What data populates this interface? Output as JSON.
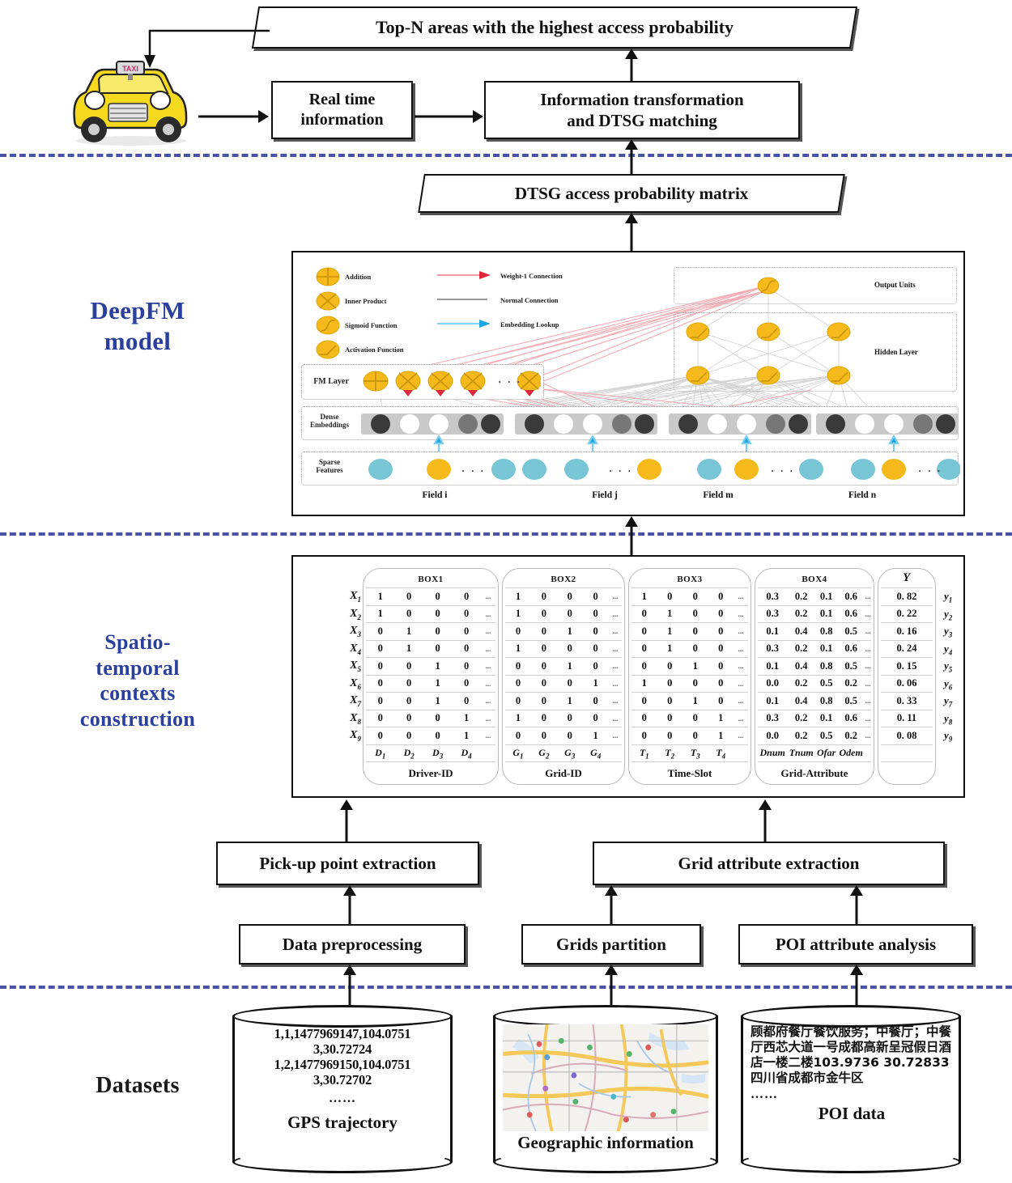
{
  "sections": [
    {
      "id": "deepfm",
      "label": "DeepFM\nmodel",
      "color": "#2b3f9e"
    },
    {
      "id": "stcontexts",
      "label": "Spatio-\ntemporal\ncontexts\nconstruction",
      "color": "#2b3f9e"
    },
    {
      "id": "datasets",
      "label": "Datasets",
      "color": "#1a1a1a"
    }
  ],
  "top_flow": {
    "result_banner": "Top-N  areas with  the highest access probability",
    "realtime_box": "Real time\ninformation",
    "transform_box": "Information   transformation\nand DTSG matching",
    "matrix_banner": "DTSG access probability   matrix",
    "taxi_label": "TAXI"
  },
  "deepfm": {
    "legend": [
      {
        "icon": "plus-circle-icon",
        "label": "Addition"
      },
      {
        "icon": "times-circle-icon",
        "label": "Inner Product"
      },
      {
        "icon": "sigmoid-circle-icon",
        "label": "Sigmoid Function"
      },
      {
        "icon": "activation-circle-icon",
        "label": "Activation Function"
      }
    ],
    "legend_lines": [
      {
        "icon": "weight1-connection-icon",
        "label": "Weight-1 Connection",
        "color": "#ef7a85"
      },
      {
        "icon": "normal-connection-icon",
        "label": "Normal Connection",
        "color": "#9a9a9a"
      },
      {
        "icon": "embedding-lookup-icon",
        "label": "Embedding Lookup",
        "color": "#47b6e8"
      }
    ],
    "row_labels": {
      "fm": "FM Layer",
      "dense": "Dense\nEmbeddings",
      "sparse": "Sparse\nFeatures"
    },
    "side_labels": {
      "output": "Output Units",
      "hidden": "Hidden Layer"
    },
    "fields": [
      "Field  i",
      "Field  j",
      "Field  m",
      "Field  n"
    ],
    "fm_nodes": [
      "Addition",
      "Inner Product",
      "Inner Product",
      "Inner Product",
      "Inner Product"
    ],
    "fm_ellipsis": "· · ·",
    "sparse_ellipsis": "· · ·",
    "hidden_layer_count": 2,
    "hidden_nodes_per_layer": 3,
    "output_nodes": 1
  },
  "st_table": {
    "box_titles": [
      "BOX1",
      "BOX2",
      "BOX3",
      "BOX4",
      "Y"
    ],
    "group_labels": [
      "Driver-ID",
      "Grid-ID",
      "Time-Slot",
      "Grid-Attribute",
      ""
    ],
    "row_ids": [
      "X1",
      "X2",
      "X3",
      "X4",
      "X5",
      "X6",
      "X7",
      "X8",
      "X9"
    ],
    "y_ids": [
      "y1",
      "y2",
      "y3",
      "y4",
      "y5",
      "y6",
      "y7",
      "y8",
      "y9"
    ],
    "ellipsis": "...",
    "box1": [
      [
        "1",
        "0",
        "0",
        "0"
      ],
      [
        "1",
        "0",
        "0",
        "0"
      ],
      [
        "0",
        "1",
        "0",
        "0"
      ],
      [
        "0",
        "1",
        "0",
        "0"
      ],
      [
        "0",
        "0",
        "1",
        "0"
      ],
      [
        "0",
        "0",
        "1",
        "0"
      ],
      [
        "0",
        "0",
        "1",
        "0"
      ],
      [
        "0",
        "0",
        "0",
        "1"
      ],
      [
        "0",
        "0",
        "0",
        "1"
      ]
    ],
    "box2": [
      [
        "1",
        "0",
        "0",
        "0"
      ],
      [
        "1",
        "0",
        "0",
        "0"
      ],
      [
        "0",
        "0",
        "1",
        "0"
      ],
      [
        "1",
        "0",
        "0",
        "0"
      ],
      [
        "0",
        "0",
        "1",
        "0"
      ],
      [
        "0",
        "0",
        "0",
        "1"
      ],
      [
        "0",
        "0",
        "1",
        "0"
      ],
      [
        "1",
        "0",
        "0",
        "0"
      ],
      [
        "0",
        "0",
        "0",
        "1"
      ]
    ],
    "box3": [
      [
        "1",
        "0",
        "0",
        "0"
      ],
      [
        "0",
        "1",
        "0",
        "0"
      ],
      [
        "0",
        "1",
        "0",
        "0"
      ],
      [
        "0",
        "1",
        "0",
        "0"
      ],
      [
        "0",
        "0",
        "1",
        "0"
      ],
      [
        "1",
        "0",
        "0",
        "0"
      ],
      [
        "0",
        "0",
        "1",
        "0"
      ],
      [
        "0",
        "0",
        "0",
        "1"
      ],
      [
        "0",
        "0",
        "0",
        "1"
      ]
    ],
    "box4": [
      [
        "0.3",
        "0.2",
        "0.1",
        "0.6"
      ],
      [
        "0.3",
        "0.2",
        "0.1",
        "0.6"
      ],
      [
        "0.1",
        "0.4",
        "0.8",
        "0.5"
      ],
      [
        "0.3",
        "0.2",
        "0.1",
        "0.6"
      ],
      [
        "0.1",
        "0.4",
        "0.8",
        "0.5"
      ],
      [
        "0.0",
        "0.2",
        "0.5",
        "0.2"
      ],
      [
        "0.1",
        "0.4",
        "0.8",
        "0.5"
      ],
      [
        "0.3",
        "0.2",
        "0.1",
        "0.6"
      ],
      [
        "0.0",
        "0.2",
        "0.5",
        "0.2"
      ]
    ],
    "y_values": [
      "0. 82",
      "0. 22",
      "0. 16",
      "0. 24",
      "0. 15",
      "0. 06",
      "0. 33",
      "0. 11",
      "0. 08"
    ],
    "footer_box1": [
      "D1",
      "D2",
      "D3",
      "D4"
    ],
    "footer_box2": [
      "G1",
      "G2",
      "G3",
      "G4"
    ],
    "footer_box3": [
      "T1",
      "T2",
      "T3",
      "T4"
    ],
    "footer_box4": [
      "Dnum",
      "Tnum",
      "Ofar",
      "Odem"
    ]
  },
  "process": {
    "pickup": "Pick-up point extraction",
    "gridattr": "Grid  attribute  extraction",
    "preprocess": "Data  preprocessing",
    "gridpart": "Grids partition",
    "poi": "POI attribute  analysis"
  },
  "datasets": {
    "gps": {
      "text": "1,1,1477969147,104.0751\n3,30.72724\n1,2,1477969150,104.0751\n3,30.72702",
      "dots": "……",
      "caption": "GPS trajectory"
    },
    "geo": {
      "caption": "Geographic  information",
      "icon": "city-map-thumbnail"
    },
    "poi": {
      "text": "顾都府餐厅餐饮服务；中餐厅；中餐厅西芯大道一号成都高新呈冠假日酒店一楼二楼103.9736  30.72833四川省成都市金牛区",
      "dots": "……",
      "caption": "POI data"
    }
  },
  "colors": {
    "accent_blue": "#2b3f9e",
    "separator": "#4a52a8",
    "node_yellow": "#f5b91b",
    "node_cyan": "#77c5d5",
    "weight_red": "#ef7a85",
    "embed_blue": "#47b6e8"
  }
}
